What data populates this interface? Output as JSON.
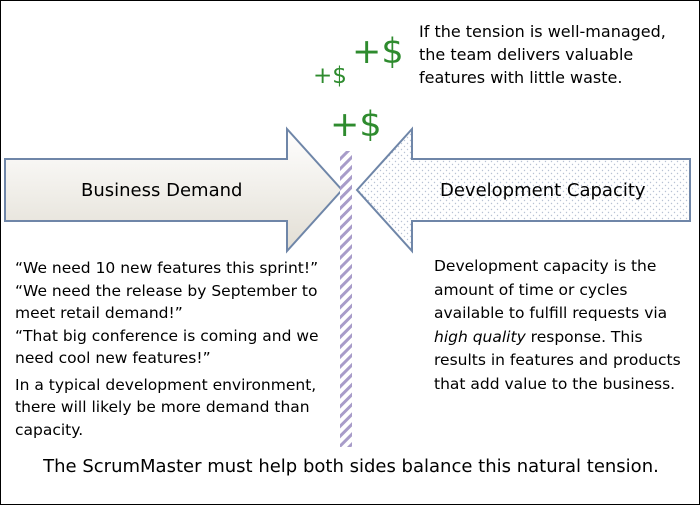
{
  "top_note": "If the tension is well-managed, the team delivers valuable features with little waste.",
  "symbols": {
    "small_plus": "+$",
    "large_plus_upper": "+$",
    "large_plus_center": "+$"
  },
  "arrows": {
    "left_label": "Business Demand",
    "right_label": "Development Capacity"
  },
  "left_text": {
    "quote1": "“We need 10 new features this sprint!”",
    "quote2": "“We need the release by September to meet retail demand!”",
    "quote3": "“That big conference is coming and we need cool new features!”",
    "paragraph": "In a typical development environment, there will likely be more demand than capacity."
  },
  "right_text": {
    "part1": "Development capacity is the amount of time or cycles available to fulfill requests via ",
    "emphasis": "high quality",
    "part2": " response. This results in features and products that add value to the business."
  },
  "bottom_text": "The ScrumMaster must help both sides balance this natural tension.",
  "colors": {
    "dollar": "#2e8b2e",
    "arrow_stroke": "#6f86a8",
    "pole_stripe": "#a79ac8",
    "left_fill_top": "#ffffff",
    "left_fill_bottom": "#e4e0d7",
    "right_dots": "#bcc5d6"
  }
}
